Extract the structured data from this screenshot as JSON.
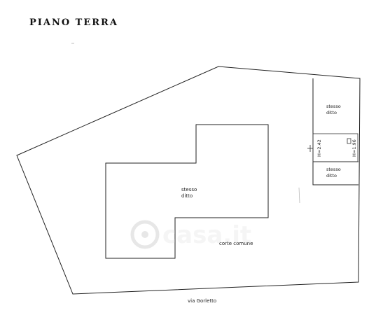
{
  "title": "PIANO TERRA",
  "labels": {
    "building_1": "stesso",
    "building_2": "ditto",
    "upper_room_1": "stesso",
    "upper_room_2": "ditto",
    "lower_room_1": "stesso",
    "lower_room_2": "ditto",
    "height_left": "H=2.42",
    "height_right": "H=1.96",
    "courtyard": "corte comune",
    "street": "via Gorletto"
  },
  "watermark": "casa.it"
}
